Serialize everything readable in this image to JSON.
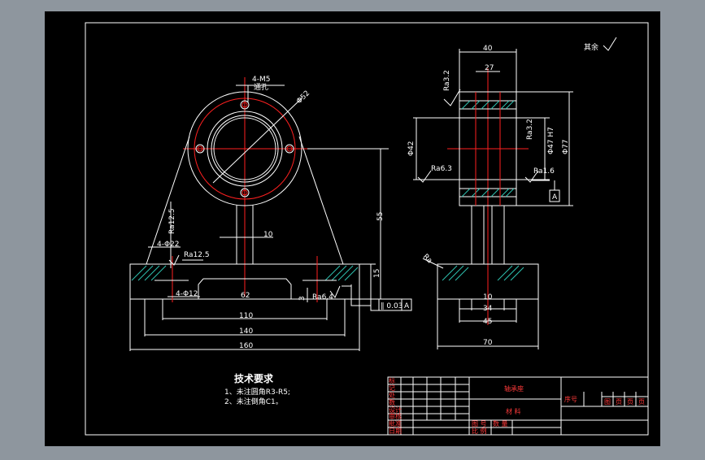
{
  "colors": {
    "window_bg": "#8e969e",
    "sheet": "#000000",
    "line": "#ffffff",
    "center_line": "#ff2020",
    "hatch": "#2ec2b0",
    "title_text": "#ff3a3a"
  },
  "tech": {
    "title": "技术要求",
    "items": [
      "1、未注圆角R3-R5;",
      "2、未注倒角C1。"
    ]
  },
  "titleblock": {
    "part_name": "轴承座",
    "material_label": "材 料",
    "seq_label": "序号",
    "left_rows": [
      "标",
      "记",
      "处",
      "数",
      "设计",
      "审核",
      "批准",
      "日期"
    ],
    "bottom_cells": [
      "图 号",
      "数 量",
      "比 例"
    ],
    "right_labels": [
      "图",
      "页",
      "页",
      "页"
    ]
  },
  "roughness_note": "其余",
  "front_view": {
    "hole_note": "4-M5",
    "hole_note2": "通孔",
    "dia_top": "Φ52",
    "dim_10": "10",
    "dim_55": "55",
    "dim_15": "15",
    "dim_62": "62",
    "dim_110": "110",
    "dim_140": "140",
    "dim_160": "160",
    "dim_4phi12": "4-Φ12",
    "dim_4phi22": "4-Φ22",
    "ra_125": "Ra12.5",
    "ra_125b": "Ra12.5",
    "ra_64": "Ra6.4",
    "dim_3": "3",
    "tol_flat": "∥ 0.03",
    "tol_ref": "A"
  },
  "side_view": {
    "dim_40": "40",
    "dim_27": "27",
    "ra_32a": "Ra3.2",
    "ra_32b": "Ra3.2",
    "ra_63": "Ra6.3",
    "ra_16": "Ra1.6",
    "dia_42": "Φ42",
    "dia_47": "Φ47 H7",
    "dia_77": "Φ77",
    "datum": "A",
    "dim_10": "10",
    "dim_34": "34",
    "dim_45": "45",
    "dim_70": "70",
    "ra_note": "Ra"
  }
}
